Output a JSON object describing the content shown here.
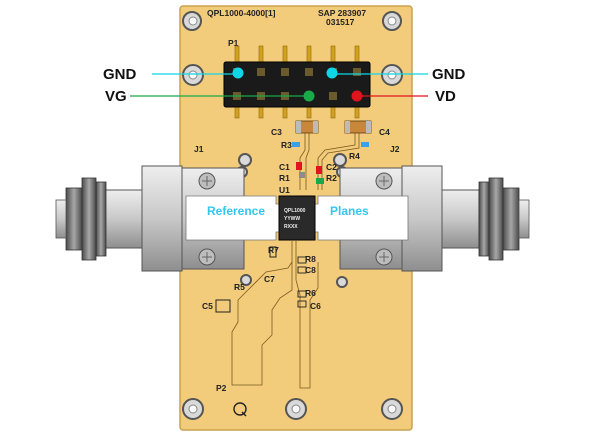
{
  "board": {
    "part_number": "QPL1000-4000[1]",
    "sap_line1": "SAP 283907",
    "sap_line2": "031517",
    "header_label": "P1",
    "j1": "J1",
    "j2": "J2",
    "p2": "P2",
    "c3": "C3",
    "c4": "C4",
    "r3": "R3",
    "r4": "R4",
    "c1": "C1",
    "r1": "R1",
    "c2": "C2",
    "r2": "R2",
    "u1": "U1",
    "r7": "R7",
    "c7": "C7",
    "r5": "R5",
    "c5": "C5",
    "r8": "R8",
    "c8": "C8",
    "r6": "R6",
    "c6": "C6",
    "chip_line1": "QPL1000",
    "chip_line2": "YYWW",
    "chip_line3": "RXXX",
    "q_mark": "Q"
  },
  "callouts": {
    "gnd_left": "GND",
    "vg": "VG",
    "gnd_right": "GND",
    "vd": "VD"
  },
  "reference_planes": {
    "left": "Reference",
    "right": "Planes"
  },
  "colors": {
    "board": "#f2cc7a",
    "board_edge": "#c9a24f",
    "callout_cyan": "#0fd6e6",
    "callout_green": "#1aa84a",
    "callout_red": "#e0141e",
    "plane_text": "#35c6f0"
  }
}
